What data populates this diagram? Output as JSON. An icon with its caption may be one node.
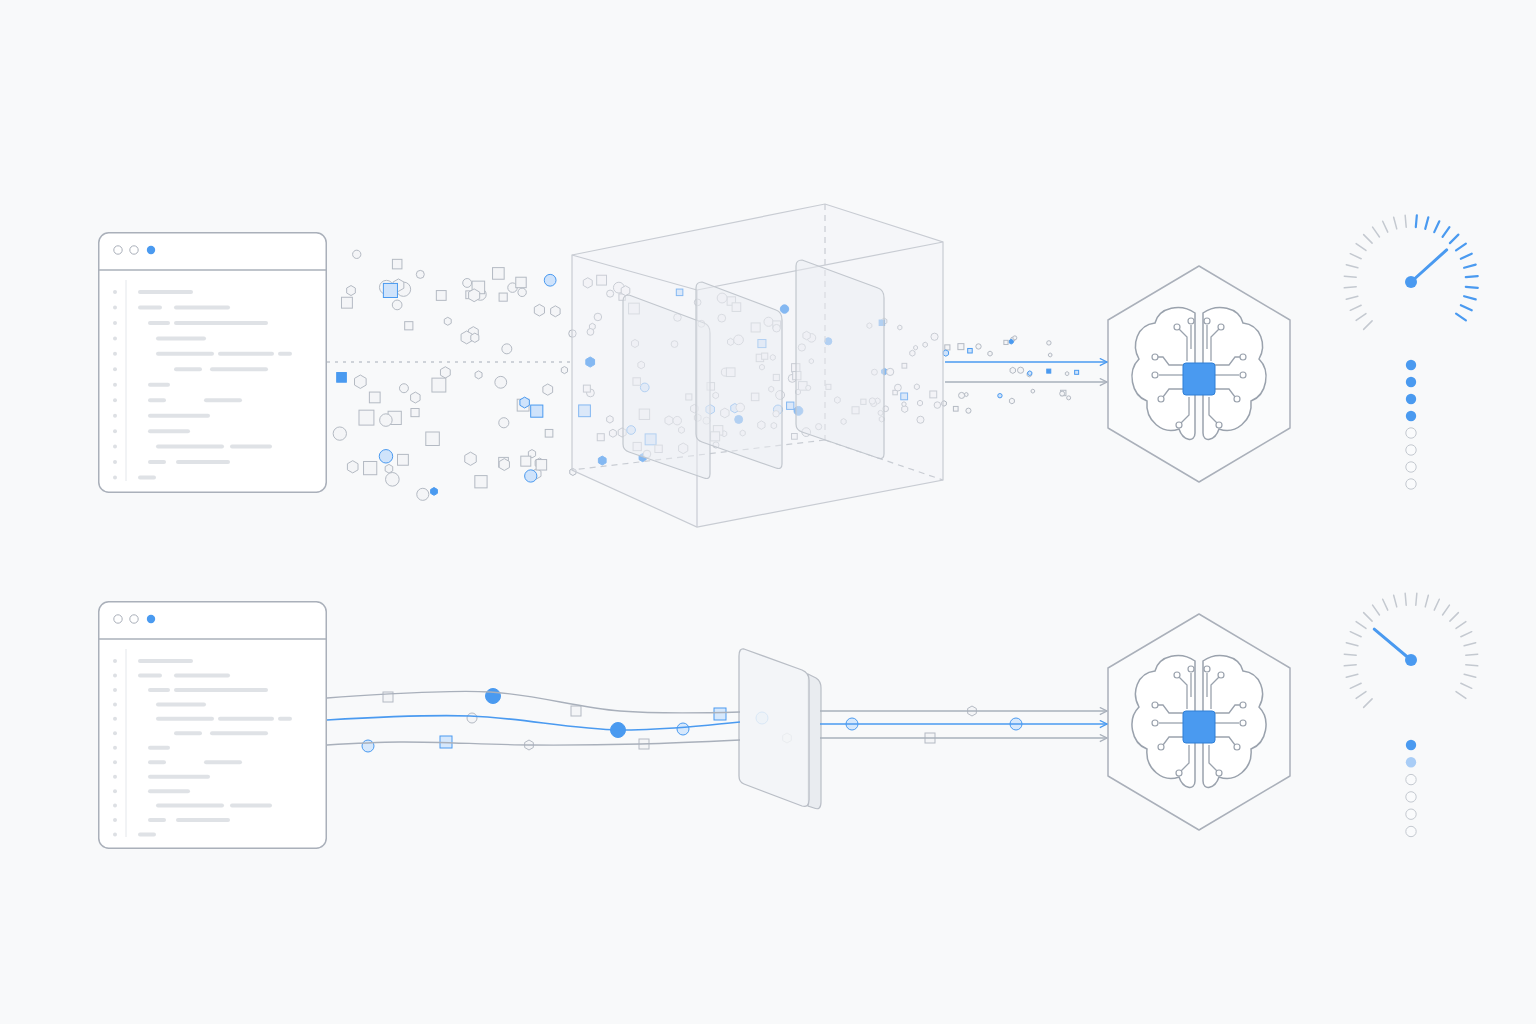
{
  "diagram": {
    "nodes": [
      {
        "text": [],
        "shape": "window"
      },
      {
        "text": [],
        "shape": "cube"
      },
      {
        "text": [],
        "shape": "hexagon"
      },
      {
        "text": [],
        "shape": "window"
      },
      {
        "text": [],
        "shape": "panel"
      },
      {
        "text": [],
        "shape": "hexagon"
      }
    ],
    "edges": [
      {
        "from": 0,
        "to": 1,
        "arrow": "none",
        "style": "dashed"
      },
      {
        "from": 1,
        "to": 2,
        "arrow": "to",
        "color": "#4a9af0"
      },
      {
        "from": 1,
        "to": 2,
        "arrow": "to"
      },
      {
        "from": 3,
        "to": 4,
        "arrow": "none"
      },
      {
        "from": 3,
        "to": 4,
        "arrow": "none",
        "color": "#4a9af0"
      },
      {
        "from": 3,
        "to": 4,
        "arrow": "none"
      },
      {
        "from": 4,
        "to": 5,
        "arrow": "to"
      },
      {
        "from": 4,
        "to": 5,
        "arrow": "to",
        "color": "#4a9af0"
      },
      {
        "from": 4,
        "to": 5,
        "arrow": "to"
      }
    ]
  }
}
